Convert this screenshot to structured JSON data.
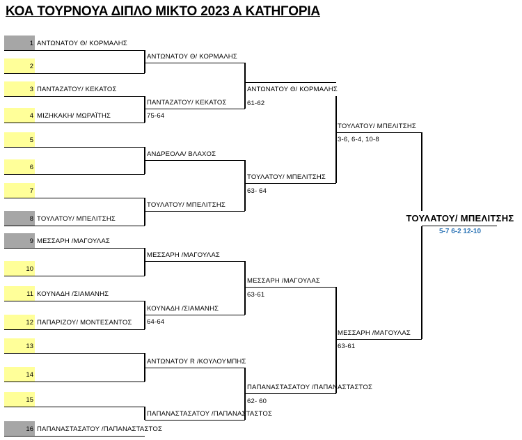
{
  "title": "ΚΟΑ ΤΟΥΡΝΟΥΑ ΔΙΠΛΟ ΜΙΚΤΟ 2023 Α ΚΑΤΗΓΟΡΙΑ",
  "round1": [
    {
      "seed": "1",
      "name": "ΑΝΤΩΝΑΤΟΥ Θ/ ΚΟΡΜΑΛΗΣ",
      "color": "#a6a6a6"
    },
    {
      "seed": "2",
      "name": "",
      "color": "#ffff99"
    },
    {
      "seed": "3",
      "name": "ΠΑΝΤΑΖΑΤΟΥ/ ΚΕΚΑΤΟΣ",
      "color": "#ffff99"
    },
    {
      "seed": "4",
      "name": "ΜΙΖΗΚΑΚΗ/ ΜΩΡΑΪΤΗΣ",
      "color": "#ffff99"
    },
    {
      "seed": "5",
      "name": "",
      "color": "#ffff99"
    },
    {
      "seed": "6",
      "name": "",
      "color": "#ffff99"
    },
    {
      "seed": "7",
      "name": "",
      "color": "#ffff99"
    },
    {
      "seed": "8",
      "name": "ΤΟΥΛΑΤΟΥ/ ΜΠΕΛΙΤΣΗΣ",
      "color": "#a6a6a6"
    },
    {
      "seed": "9",
      "name": "ΜΕΣΣΑΡΗ /ΜΑΓΟΥΛΑΣ",
      "color": "#a6a6a6"
    },
    {
      "seed": "10",
      "name": "",
      "color": "#ffff99"
    },
    {
      "seed": "11",
      "name": "ΚΟΥΝΑΔΗ /ΣΙΑΜΑΝΗΣ",
      "color": "#ffff99"
    },
    {
      "seed": "12",
      "name": "ΠΑΠΑΡΙΖΟΥ/ ΜΟΝΤΕΣΑΝΤΟΣ",
      "color": "#ffff99"
    },
    {
      "seed": "13",
      "name": "",
      "color": "#ffff99"
    },
    {
      "seed": "14",
      "name": "",
      "color": "#ffff99"
    },
    {
      "seed": "15",
      "name": "",
      "color": "#ffff99"
    },
    {
      "seed": "16",
      "name": "ΠΑΠΑΝΑΣΤΑΣΑΤΟΥ /ΠΑΠΑΝΑΣΤΑΣΤΟΣ",
      "color": "#a6a6a6"
    }
  ],
  "round2": [
    {
      "name": "ΑΝΤΩΝΑΤΟΥ Θ/ ΚΟΡΜΑΛΗΣ",
      "score": ""
    },
    {
      "name": "ΠΑΝΤΑΖΑΤΟΥ/ ΚΕΚΑΤΟΣ",
      "score": "75-64"
    },
    {
      "name": "ΑΝΔΡΕΟΛΑ/ ΒΛΑΧΟΣ",
      "score": ""
    },
    {
      "name": "ΤΟΥΛΑΤΟΥ/ ΜΠΕΛΙΤΣΗΣ",
      "score": ""
    },
    {
      "name": "ΜΕΣΣΑΡΗ /ΜΑΓΟΥΛΑΣ",
      "score": ""
    },
    {
      "name": "ΚΟΥΝΑΔΗ /ΣΙΑΜΑΝΗΣ",
      "score": "64-64"
    },
    {
      "name": "ΑΝΤΩΝΑΤΟΥ R /ΚΟΥΛΟΥΜΠΗΣ",
      "score": ""
    },
    {
      "name": "ΠΑΠΑΝΑΣΤΑΣΑΤΟΥ /ΠΑΠΑΝΑΣΤΑΣΤΟΣ",
      "score": ""
    }
  ],
  "round3": [
    {
      "name": "ΑΝΤΩΝΑΤΟΥ Θ/ ΚΟΡΜΑΛΗΣ",
      "score": "61-62"
    },
    {
      "name": "ΤΟΥΛΑΤΟΥ/ ΜΠΕΛΙΤΣΗΣ",
      "score": "63- 64"
    },
    {
      "name": "ΜΕΣΣΑΡΗ /ΜΑΓΟΥΛΑΣ",
      "score": "63-61"
    },
    {
      "name": "ΠΑΠΑΝΑΣΤΑΣΑΤΟΥ /ΠΑΠΑΝΑΣΤΑΣΤΟΣ",
      "score": "62- 60"
    }
  ],
  "round4": [
    {
      "name": "ΤΟΥΛΑΤΟΥ/ ΜΠΕΛΙΤΣΗΣ",
      "score": "3-6, 6-4, 10-8"
    },
    {
      "name": "ΜΕΣΣΑΡΗ /ΜΑΓΟΥΛΑΣ",
      "score": "63-61"
    }
  ],
  "final": {
    "name": "ΤΟΥΛΑΤΟΥ/ ΜΠΕΛΙΤΣΗΣ",
    "score": "5-7 6-2 12-10"
  }
}
